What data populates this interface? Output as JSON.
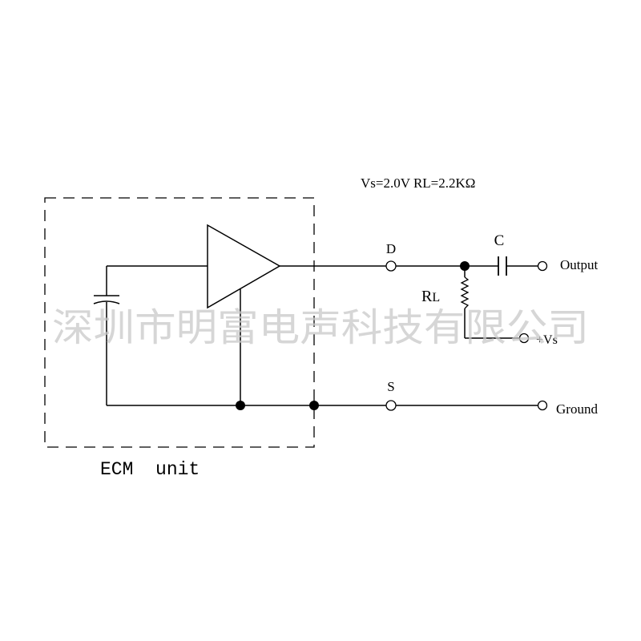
{
  "params": "Vs=2.0V RL=2.2KΩ",
  "labels": {
    "drain": "D",
    "source": "S",
    "capacitor": "C",
    "resistor_main": "R",
    "resistor_sub": "L",
    "output": "Output",
    "supply": "+Vs",
    "ground": "Ground",
    "unit": "ECM  unit"
  },
  "watermark": "深圳市明富电声科技有限公司",
  "colors": {
    "line": "#000000",
    "watermark": "#c8c8c8"
  }
}
